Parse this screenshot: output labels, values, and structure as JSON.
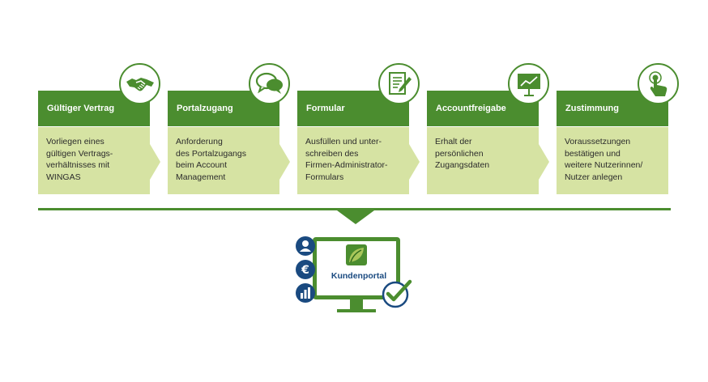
{
  "colors": {
    "header_green": "#4b8d2f",
    "body_green": "#d6e3a3",
    "portal_blue": "#1a4a80"
  },
  "steps": [
    {
      "title": "Gültiger Vertrag",
      "text": "Vorliegen eines\ngültigen Vertrags-\nverhältnisses mit\nWINGAS",
      "icon": "handshake-icon"
    },
    {
      "title": "Portalzugang",
      "text": "Anforderung\ndes Portalzugangs\nbeim Account\nManagement",
      "icon": "speech-bubbles-icon"
    },
    {
      "title": "Formular",
      "text": "Ausfüllen und unter-\nschreiben des\nFirmen-Administrator-\nFormulars",
      "icon": "form-pen-icon"
    },
    {
      "title": "Accountfreigabe",
      "text": "Erhalt der\npersönlichen\nZugangsdaten",
      "icon": "presentation-board-icon"
    },
    {
      "title": "Zustimmung",
      "text": "Voraussetzungen\nbestätigen und\nweitere Nutzerinnen/\nNutzer anlegen",
      "icon": "pointing-hand-icon"
    }
  ],
  "portal": {
    "label": "Kundenportal",
    "side_icons": [
      "user-icon",
      "euro-icon",
      "bar-chart-icon"
    ],
    "check_icon": "checkmark-icon"
  }
}
